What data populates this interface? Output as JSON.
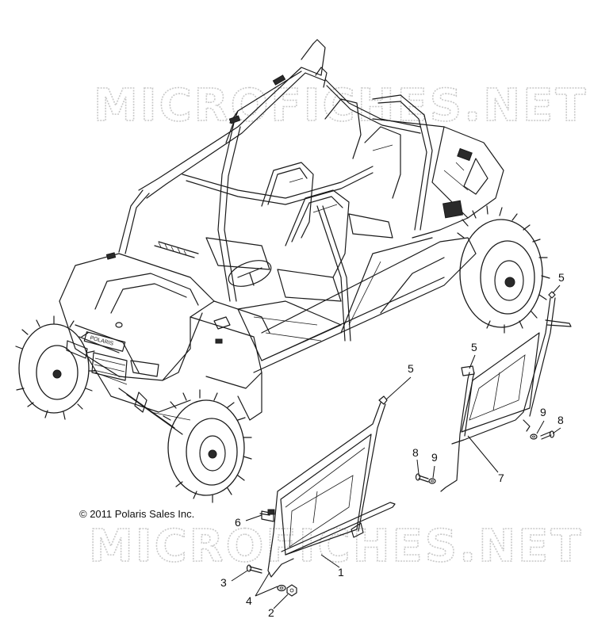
{
  "diagram": {
    "copyright": "© 2011 Polaris Sales Inc.",
    "watermark": "MICROFICHES.NET",
    "badge_text": "POLARIS",
    "callouts": [
      {
        "label": "5"
      },
      {
        "label": "5"
      },
      {
        "label": "5"
      },
      {
        "label": "9"
      },
      {
        "label": "8"
      },
      {
        "label": "8"
      },
      {
        "label": "9"
      },
      {
        "label": "7"
      },
      {
        "label": "6"
      },
      {
        "label": "1"
      },
      {
        "label": "3"
      },
      {
        "label": "4"
      },
      {
        "label": "2"
      }
    ]
  }
}
